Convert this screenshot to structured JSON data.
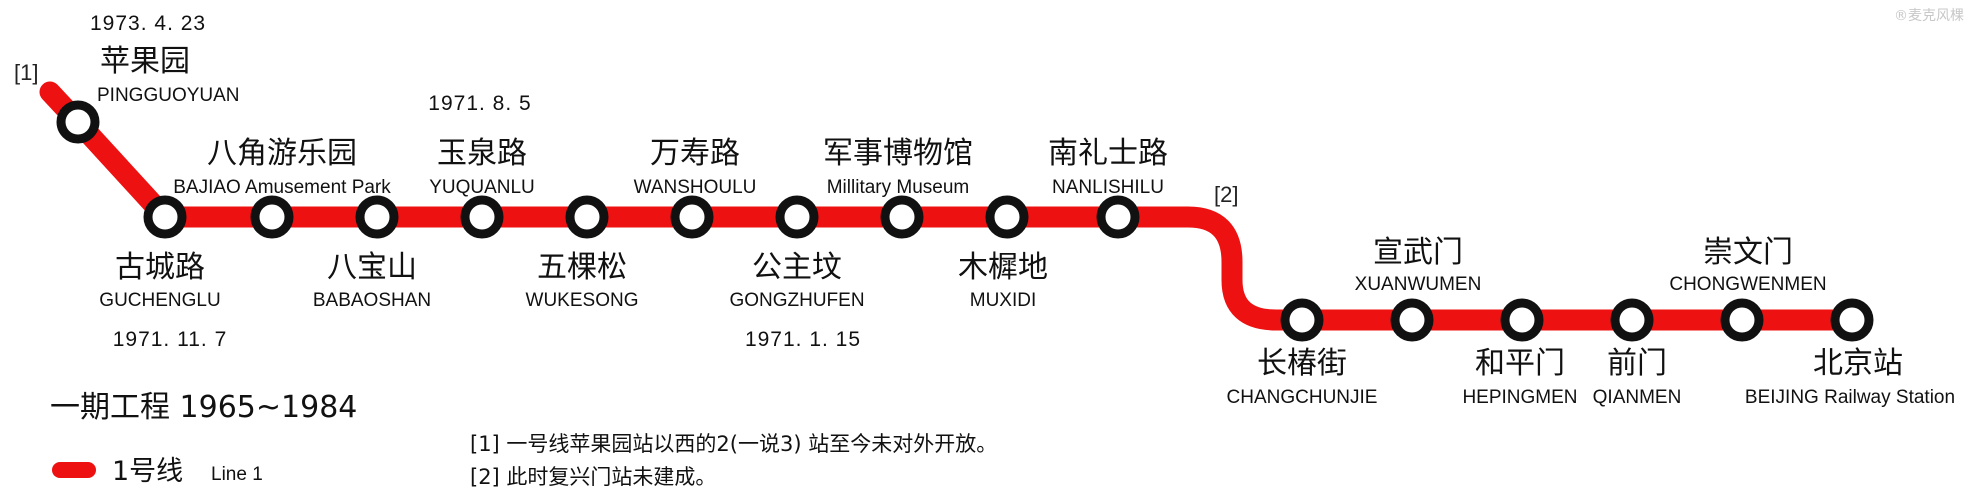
{
  "line": {
    "name_zh": "1号线",
    "name_en": "Line 1",
    "color": "#ee1111"
  },
  "title": "一期工程 1965~1984",
  "watermark": "®麦克风棵",
  "markers": [
    "[1]",
    "[2]"
  ],
  "stations": [
    {
      "zh": "苹果园",
      "en": "PINGGUOYUAN",
      "date": "1973. 4. 23"
    },
    {
      "zh": "古城路",
      "en": "GUCHENGLU",
      "date": "1971. 11. 7"
    },
    {
      "zh": "八角游乐园",
      "en": "BAJIAO Amusement Park"
    },
    {
      "zh": "八宝山",
      "en": "BABAOSHAN"
    },
    {
      "zh": "玉泉路",
      "en": "YUQUANLU",
      "date": "1971. 8. 5"
    },
    {
      "zh": "五棵松",
      "en": "WUKESONG"
    },
    {
      "zh": "万寿路",
      "en": "WANSHOULU"
    },
    {
      "zh": "公主坟",
      "en": "GONGZHUFEN",
      "date": "1971. 1. 15"
    },
    {
      "zh": "军事博物馆",
      "en": "Millitary Museum"
    },
    {
      "zh": "木樨地",
      "en": "MUXIDI"
    },
    {
      "zh": "南礼士路",
      "en": "NANLISHILU"
    },
    {
      "zh": "长椿街",
      "en": "CHANGCHUNJIE"
    },
    {
      "zh": "宣武门",
      "en": "XUANWUMEN"
    },
    {
      "zh": "和平门",
      "en": "HEPINGMEN"
    },
    {
      "zh": "前门",
      "en": "QIANMEN"
    },
    {
      "zh": "崇文门",
      "en": "CHONGWENMEN"
    },
    {
      "zh": "北京站",
      "en": "BEIJING Railway Station"
    }
  ],
  "footnotes": [
    "[1] 一号线苹果园站以西的2(一说3) 站至今未对外开放。",
    "[2] 此时复兴门站未建成。"
  ]
}
